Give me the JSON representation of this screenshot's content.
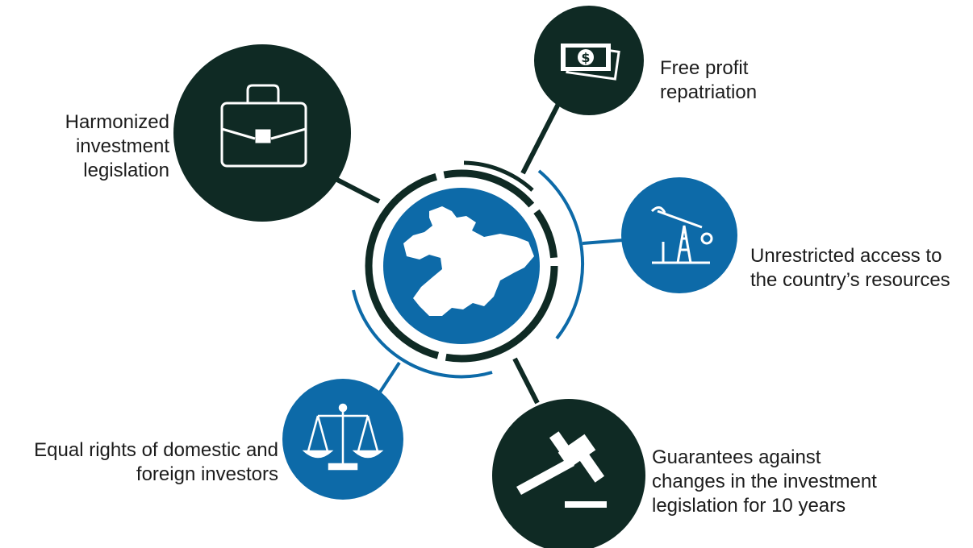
{
  "colors": {
    "dark": "#0f2a24",
    "blue": "#0d6aa8",
    "icon": "#ffffff",
    "text": "#1c1c1c"
  },
  "center": {
    "icon": "tajikistan-map-icon"
  },
  "nodes": [
    {
      "id": "harmonized",
      "icon": "briefcase-icon",
      "color": "dark",
      "label": [
        "Harmonized",
        "investment",
        "legislation"
      ]
    },
    {
      "id": "repatriation",
      "icon": "dollar-bills-icon",
      "color": "dark",
      "label": [
        "Free profit",
        "repatriation"
      ]
    },
    {
      "id": "resources",
      "icon": "oil-pump-icon",
      "color": "blue",
      "label": [
        "Unrestricted access to",
        "the country’s resources"
      ]
    },
    {
      "id": "guarantees",
      "icon": "gavel-icon",
      "color": "dark",
      "label": [
        "Guarantees against",
        "changes in the investment",
        "legislation for 10 years"
      ]
    },
    {
      "id": "equal-rights",
      "icon": "scales-icon",
      "color": "blue",
      "label": [
        "Equal rights of domestic and",
        "foreign investors"
      ]
    }
  ]
}
